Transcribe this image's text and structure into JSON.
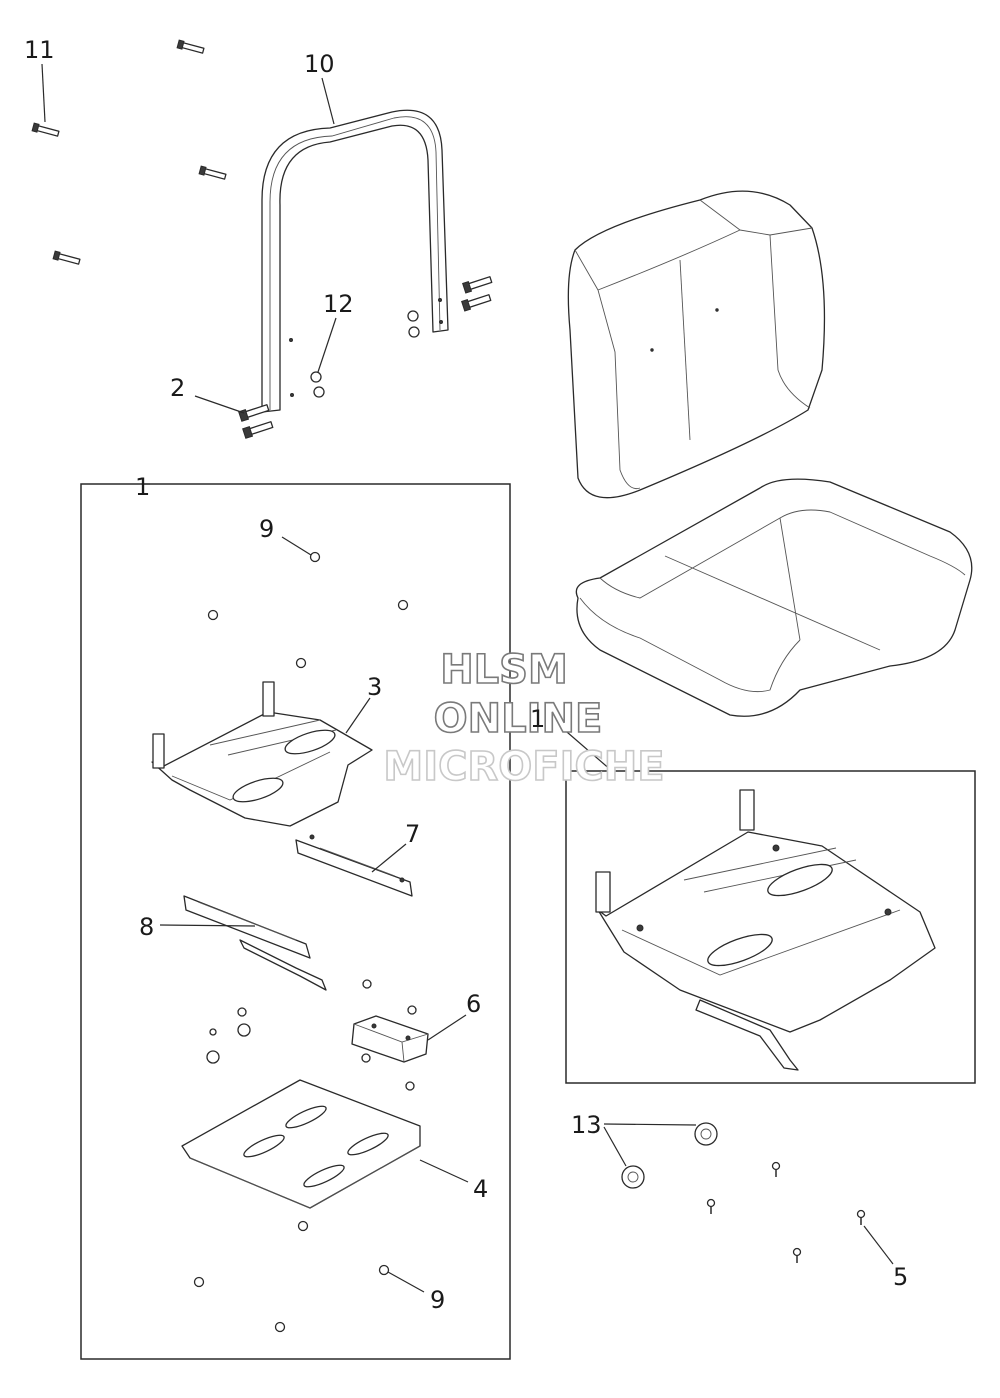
{
  "callouts": {
    "c1_box": "1",
    "c1_inset": "1",
    "c2": "2",
    "c3": "3",
    "c4": "4",
    "c5": "5",
    "c6": "6",
    "c7": "7",
    "c8": "8",
    "c9_top": "9",
    "c9_bottom": "9",
    "c10": "10",
    "c11": "11",
    "c12": "12",
    "c13": "13"
  },
  "watermark": {
    "line1": "HLSM",
    "line2": "ONLINE",
    "line3": "MICROFICHE"
  }
}
